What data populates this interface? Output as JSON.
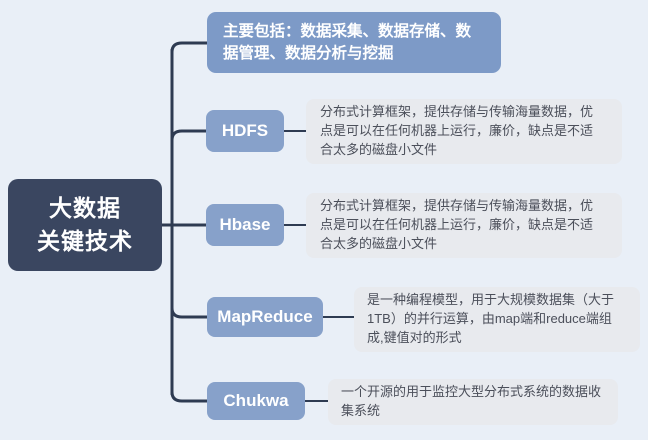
{
  "root": {
    "label": "大数据\n关键技术"
  },
  "summary": {
    "text": "主要包括：数据采集、数据存储、数据管理、数据分析与挖掘"
  },
  "branches": [
    {
      "id": "hdfs",
      "label": "HDFS",
      "description": "分布式计算框架，提供存储与传输海量数据，优点是可以在任何机器上运行，廉价，缺点是不适合太多的磁盘小文件"
    },
    {
      "id": "hbase",
      "label": "Hbase",
      "description": "分布式计算框架，提供存储与传输海量数据，优点是可以在任何机器上运行，廉价，缺点是不适合太多的磁盘小文件"
    },
    {
      "id": "mapreduce",
      "label": "MapReduce",
      "description": "是一种编程模型，用于大规模数据集（大于1TB）的并行运算，由map端和reduce端组成,键值对的形式"
    },
    {
      "id": "chukwa",
      "label": "Chukwa",
      "description": "一个开源的用于监控大型分布式系统的数据收集系统"
    }
  ],
  "colors": {
    "background": "#e9eff7",
    "root_bg": "#3a4660",
    "node_bg": "#87a1ca",
    "summary_bg": "#7d9ac7",
    "desc_bg": "#e8eaee",
    "desc_text": "#4b4f5a",
    "line": "#2e3b52"
  }
}
